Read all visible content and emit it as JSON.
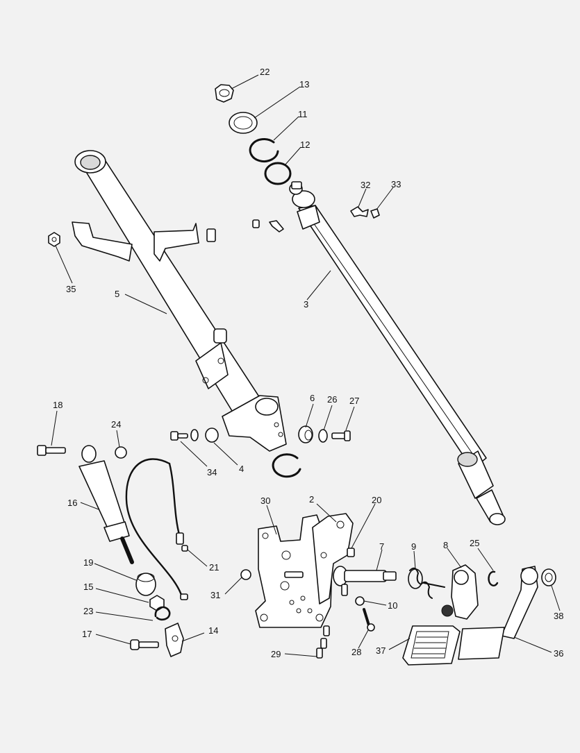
{
  "diagram": {
    "callouts": [
      "22",
      "13",
      "11",
      "12",
      "32",
      "33",
      "35",
      "5",
      "3",
      "6",
      "26",
      "27",
      "18",
      "24",
      "34",
      "4",
      "16",
      "30",
      "2",
      "20",
      "7",
      "9",
      "8",
      "25",
      "19",
      "21",
      "31",
      "10",
      "38",
      "15",
      "23",
      "17",
      "14",
      "29",
      "28",
      "37",
      "36"
    ]
  }
}
